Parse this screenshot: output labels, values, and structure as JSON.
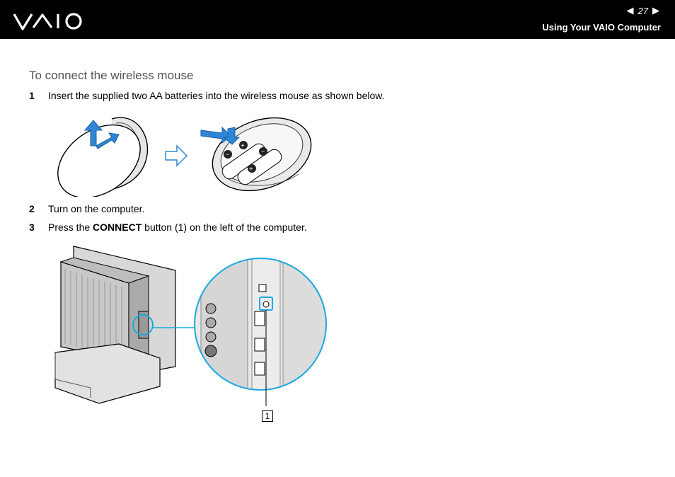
{
  "header": {
    "logo_icon": "vaio-logo",
    "page_number": "27",
    "prev_icon": "triangle-left-icon",
    "next_icon": "triangle-right-icon",
    "section_title": "Using Your VAIO Computer"
  },
  "main": {
    "title": "To connect the wireless mouse",
    "steps": [
      {
        "num": "1",
        "text": "Insert the supplied two AA batteries into the wireless mouse as shown below."
      },
      {
        "num": "2",
        "text": "Turn on the computer."
      },
      {
        "num": "3",
        "pre": "Press the ",
        "bold": "CONNECT",
        "post": " button (1) on the left of the computer."
      }
    ],
    "callout_label": "1"
  },
  "colors": {
    "header_bg": "#000000",
    "callout": "#19a9e1",
    "arrow_blue": "#1b7fd0"
  }
}
